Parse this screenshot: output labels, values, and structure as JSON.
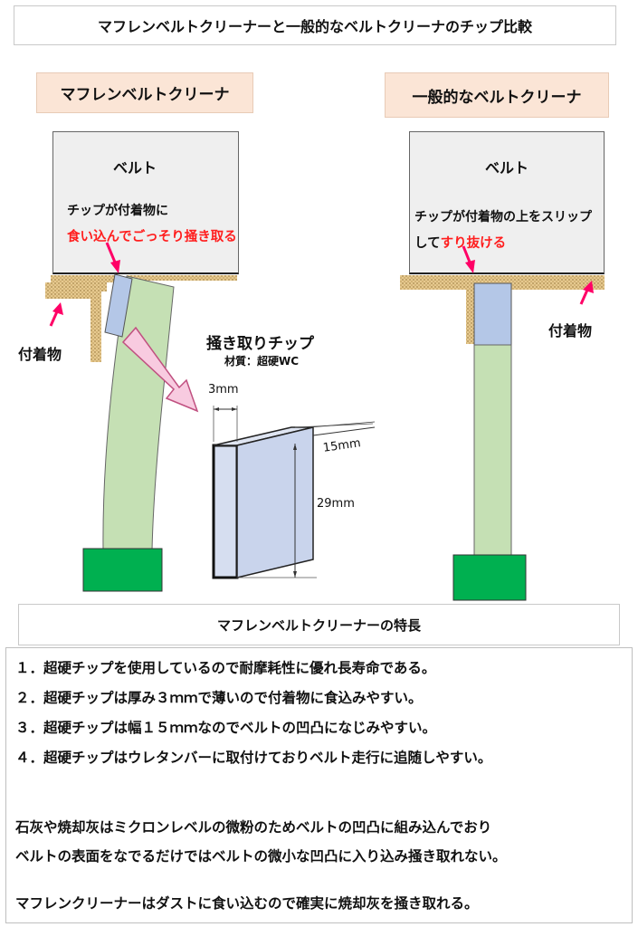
{
  "title": "マフレンベルトクリーナーと一般的なベルトクリーナのチップ比較",
  "left": {
    "label": "マフレンベルトクリーナ",
    "belt": "ベルト",
    "desc_line1": "チップが付着物に",
    "desc_line2_red": "食い込んでごっそり掻き取る",
    "deposit": "付着物"
  },
  "right": {
    "label": "一般的なベルトクリーナ",
    "belt": "ベルト",
    "desc_line1": "チップが付着物の上をスリップ",
    "desc_line2_prefix": "して",
    "desc_line2_red": "すり抜ける",
    "deposit": "付着物"
  },
  "chip": {
    "title": "掻き取りチップ",
    "material": "材質：超硬WC",
    "dim_thickness": "3mm",
    "dim_width": "15mm",
    "dim_height": "29mm"
  },
  "features": {
    "heading": "マフレンベルトクリーナーの特長",
    "items": [
      "１．超硬チップを使用しているので耐摩耗性に優れ長寿命である。",
      "２．超硬チップは厚み３ｍｍで薄いので付着物に食込みやすい。",
      "３．超硬チップは幅１５ｍｍなのでベルトの凹凸になじみやすい。",
      "４．超硬チップはウレタンバーに取付けておりベルト走行に追随しやすい。"
    ],
    "para1_line1": "石灰や焼却灰はミクロンレベルの微粉のためベルトの凹凸に組み込んでおり",
    "para1_line2": "ベルトの表面をなでるだけではベルトの微小な凹凸に入り込み掻き取れない。",
    "para2": "マフレンクリーナーはダストに食い込むので確実に焼却灰を掻き取れる。"
  },
  "colors": {
    "pill_bg": "#fbe5d6",
    "belt_bg": "#efefef",
    "deposit": "#e3c58a",
    "bar": "#c5e0b4",
    "base": "#00b050",
    "chip": "#b4c7e7",
    "arrow_pink": "#ff0066",
    "arrow_fill": "#f8cbe0",
    "red_text": "#ff1e1e"
  }
}
